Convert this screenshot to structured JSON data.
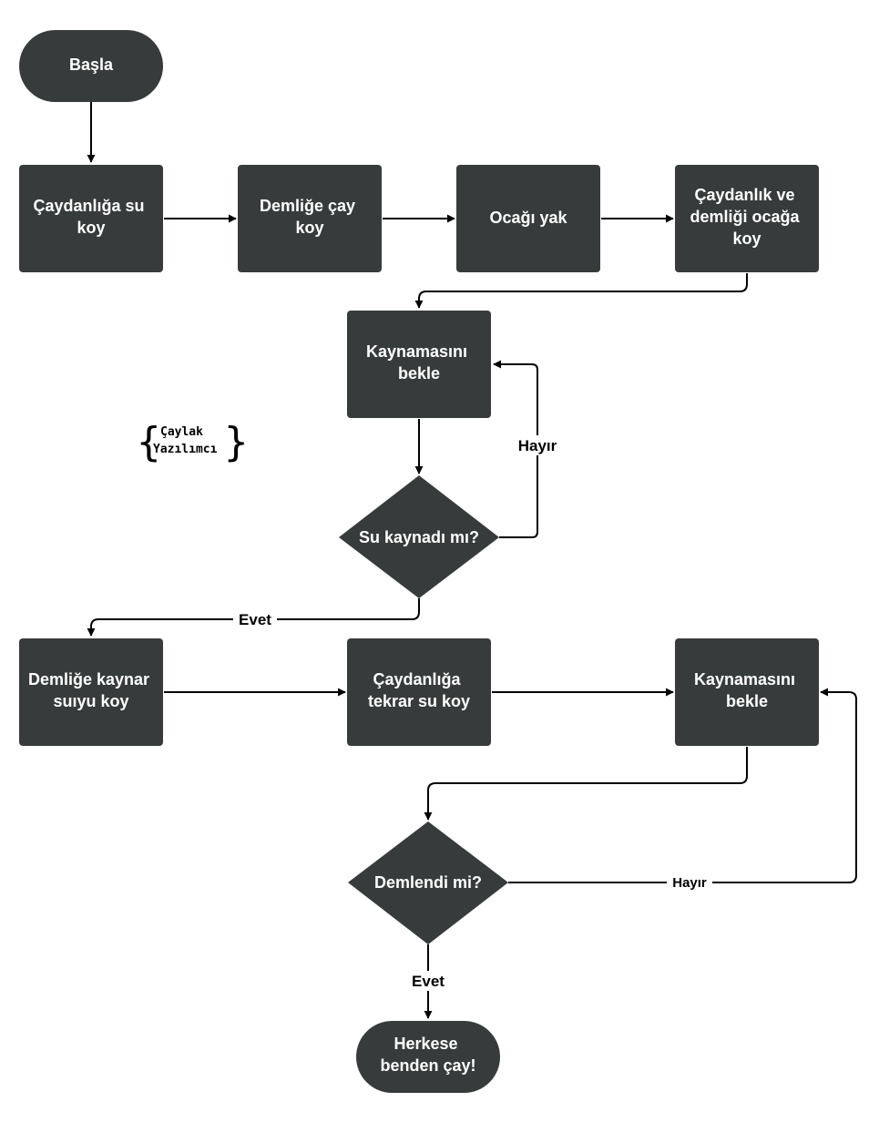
{
  "colors": {
    "node_fill": "#383b3b",
    "node_text": "#ffffff",
    "edge": "#000000",
    "background": "#ffffff"
  },
  "logo": {
    "line1": "Çaylak",
    "line2": "Yazılımcı"
  },
  "nodes": {
    "start": {
      "lines": [
        "Başla"
      ]
    },
    "water": {
      "lines": [
        "Çaydanlığa su",
        "koy"
      ]
    },
    "tea": {
      "lines": [
        "Demliğe çay",
        "koy"
      ]
    },
    "stove": {
      "lines": [
        "Ocağı yak"
      ]
    },
    "place": {
      "lines": [
        "Çaydanlık ve",
        "demliği ocağa",
        "koy"
      ]
    },
    "wait1": {
      "lines": [
        "Kaynamasını",
        "bekle"
      ]
    },
    "boiled": {
      "lines": [
        "Su kaynadı mı?"
      ]
    },
    "pour": {
      "lines": [
        "Demliğe kaynar",
        "suıyu koy"
      ]
    },
    "refill": {
      "lines": [
        "Çaydanlığa",
        "tekrar su koy"
      ]
    },
    "wait2": {
      "lines": [
        "Kaynamasını",
        "bekle"
      ]
    },
    "brewed": {
      "lines": [
        "Demlendi mi?"
      ]
    },
    "end": {
      "lines": [
        "Herkese",
        "benden çay!"
      ]
    }
  },
  "edge_labels": {
    "boiled_no": "Hayır",
    "boiled_yes": "Evet",
    "brewed_no": "Hayır",
    "brewed_yes": "Evet"
  }
}
